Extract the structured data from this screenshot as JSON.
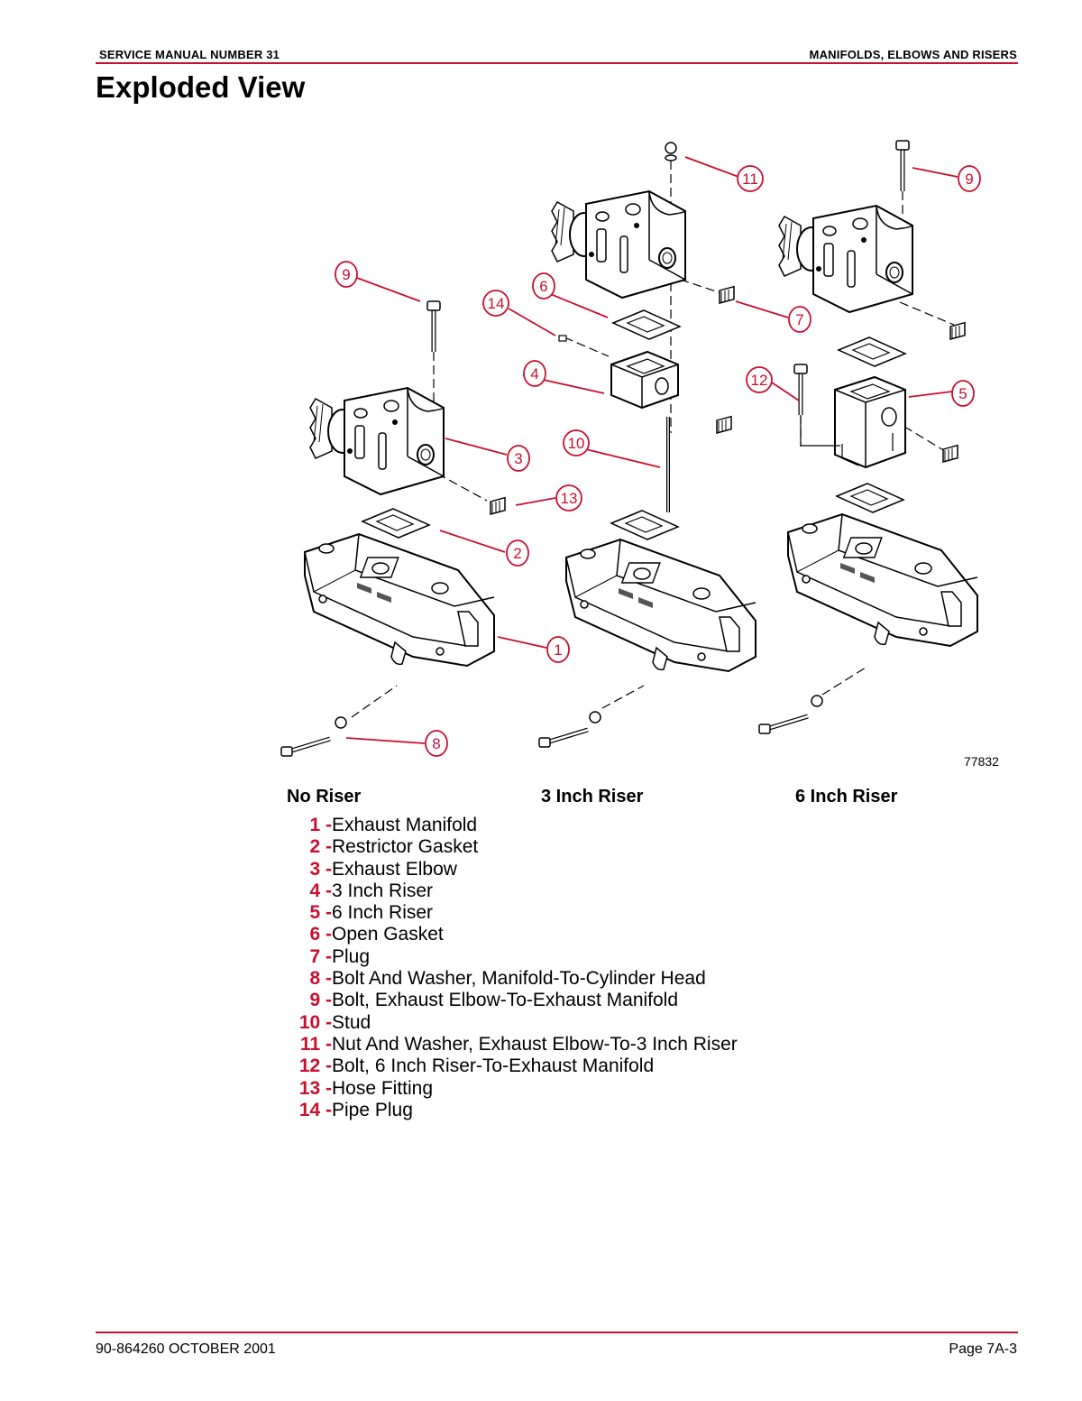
{
  "header": {
    "left": "SERVICE MANUAL NUMBER  31",
    "right": "MANIFOLDS, ELBOWS AND RISERS"
  },
  "title": "Exploded View",
  "figure": {
    "number": "77832",
    "callouts": [
      "1",
      "2",
      "3",
      "4",
      "5",
      "6",
      "7",
      "8",
      "9",
      "10",
      "11",
      "12",
      "13",
      "14"
    ]
  },
  "columns": [
    "No Riser",
    "3 Inch Riser",
    "6 Inch Riser"
  ],
  "legend": [
    {
      "num": "1",
      "text": "Exhaust Manifold"
    },
    {
      "num": "2",
      "text": "Restrictor Gasket"
    },
    {
      "num": "3",
      "text": "Exhaust Elbow"
    },
    {
      "num": "4",
      "text": "3 Inch Riser"
    },
    {
      "num": "5",
      "text": "6 Inch Riser"
    },
    {
      "num": "6",
      "text": "Open Gasket"
    },
    {
      "num": "7",
      "text": "Plug"
    },
    {
      "num": "8",
      "text": "Bolt And Washer, Manifold-To-Cylinder Head"
    },
    {
      "num": "9",
      "text": "Bolt, Exhaust Elbow-To-Exhaust Manifold"
    },
    {
      "num": "10",
      "text": "Stud"
    },
    {
      "num": "11",
      "text": "Nut And Washer, Exhaust Elbow-To-3 Inch Riser"
    },
    {
      "num": "12",
      "text": "Bolt, 6 Inch Riser-To-Exhaust Manifold"
    },
    {
      "num": "13",
      "text": "Hose Fitting"
    },
    {
      "num": "14",
      "text": "Pipe Plug"
    }
  ],
  "footer": {
    "left": "90-864260   OCTOBER 2001",
    "right": "Page 7A-3"
  },
  "colors": {
    "accent": "#c8102e"
  }
}
